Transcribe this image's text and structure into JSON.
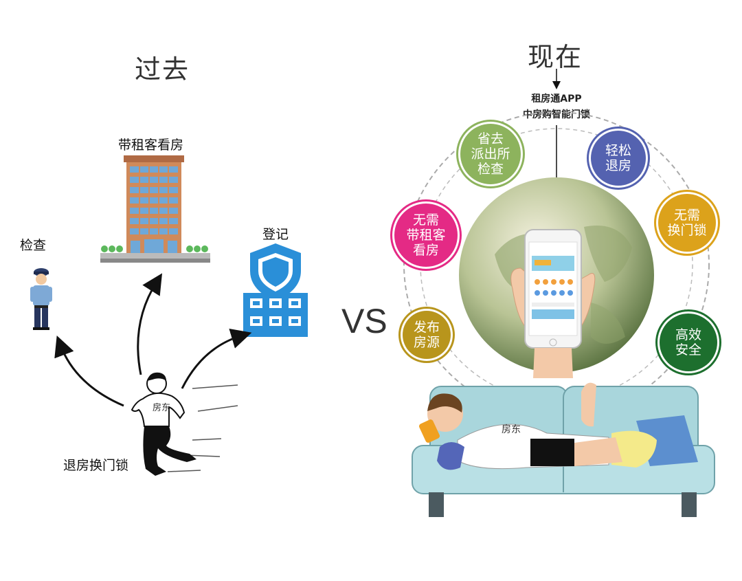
{
  "past": {
    "title": "过去",
    "labels": {
      "show_house": "带租客看房",
      "inspect": "检查",
      "register": "登记",
      "checkout": "退房换门锁",
      "landlord": "房东"
    }
  },
  "vs_text": "VS",
  "now": {
    "title": "现在",
    "app_line1": "租房通APP",
    "app_line2": "中房购智能门锁",
    "landlord": "房东",
    "bubbles": [
      {
        "lines": [
          "省去",
          "派出所",
          "检查"
        ],
        "color": "#8db35d"
      },
      {
        "lines": [
          "轻松",
          "退房"
        ],
        "color": "#5462b0"
      },
      {
        "lines": [
          "无需",
          "带租客",
          "看房"
        ],
        "color": "#e42a85"
      },
      {
        "lines": [
          "无需",
          "换门锁"
        ],
        "color": "#dca21b"
      },
      {
        "lines": [
          "发布",
          "房源"
        ],
        "color": "#b8951c"
      },
      {
        "lines": [
          "高效",
          "安全"
        ],
        "color": "#1d6f2e"
      }
    ]
  }
}
